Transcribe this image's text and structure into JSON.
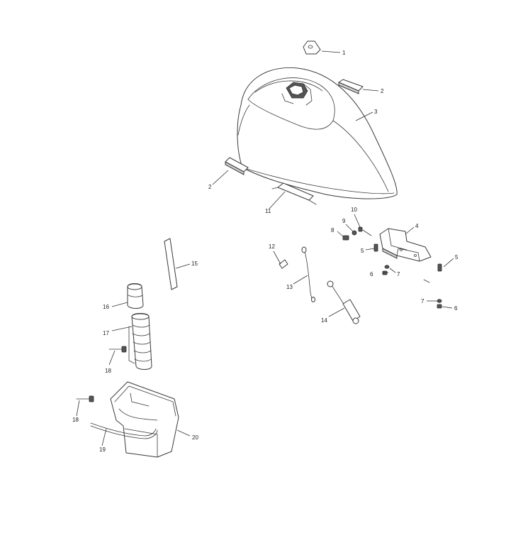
{
  "callouts": {
    "c1": "1",
    "c2a": "2",
    "c2b": "2",
    "c3": "3",
    "c4": "4",
    "c5a": "5",
    "c5b": "5",
    "c6a": "6",
    "c6b": "6",
    "c7a": "7",
    "c7b": "7",
    "c8": "8",
    "c9": "9",
    "c10": "10",
    "c11": "11",
    "c12": "12",
    "c13": "13",
    "c14": "14",
    "c15": "15",
    "c16": "16",
    "c17": "17",
    "c18a": "18",
    "c18b": "18",
    "c19": "19",
    "c20": "20"
  }
}
